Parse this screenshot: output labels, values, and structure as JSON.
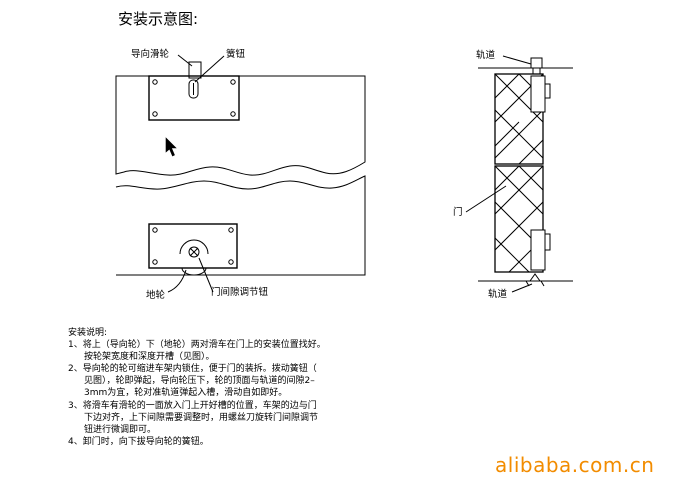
{
  "title": "安装示意图:",
  "labels": {
    "guide_wheel": "导向滑轮",
    "spring_button": "簧钮",
    "track_top": "轨道",
    "door": "门",
    "track_bottom": "轨道",
    "ground_wheel": "地轮",
    "gap_knob": "门间隙调节钮"
  },
  "notes": {
    "heading": "安装说明:",
    "lines": [
      "1、将上（导向轮）下（地轮）两对滑车在门上的安装位置找好。",
      "按轮架宽度和深度开槽（见图）。",
      "2、导向轮的轮可缩进车架内锁住，便于门的装拆。拨动簧钮（",
      "见图），轮即弹起，导向轮压下，轮的顶面与轨道的间隙2–",
      "3mm为宜，轮对准轨道弹起入槽，滑动自如即好。",
      "3、将滑车有滑轮的一面放入门上开好槽的位置，车架的边与门",
      "下边对齐，上下间隙需要调整时，用螺丝刀旋转门间隙调节",
      "钮进行微调即可。",
      "4、卸门时，向下拔导向轮的簧钮。"
    ]
  },
  "watermark": "alibaba.com.cn",
  "colors": {
    "line": "#000000",
    "watermark": "#f28c00"
  }
}
